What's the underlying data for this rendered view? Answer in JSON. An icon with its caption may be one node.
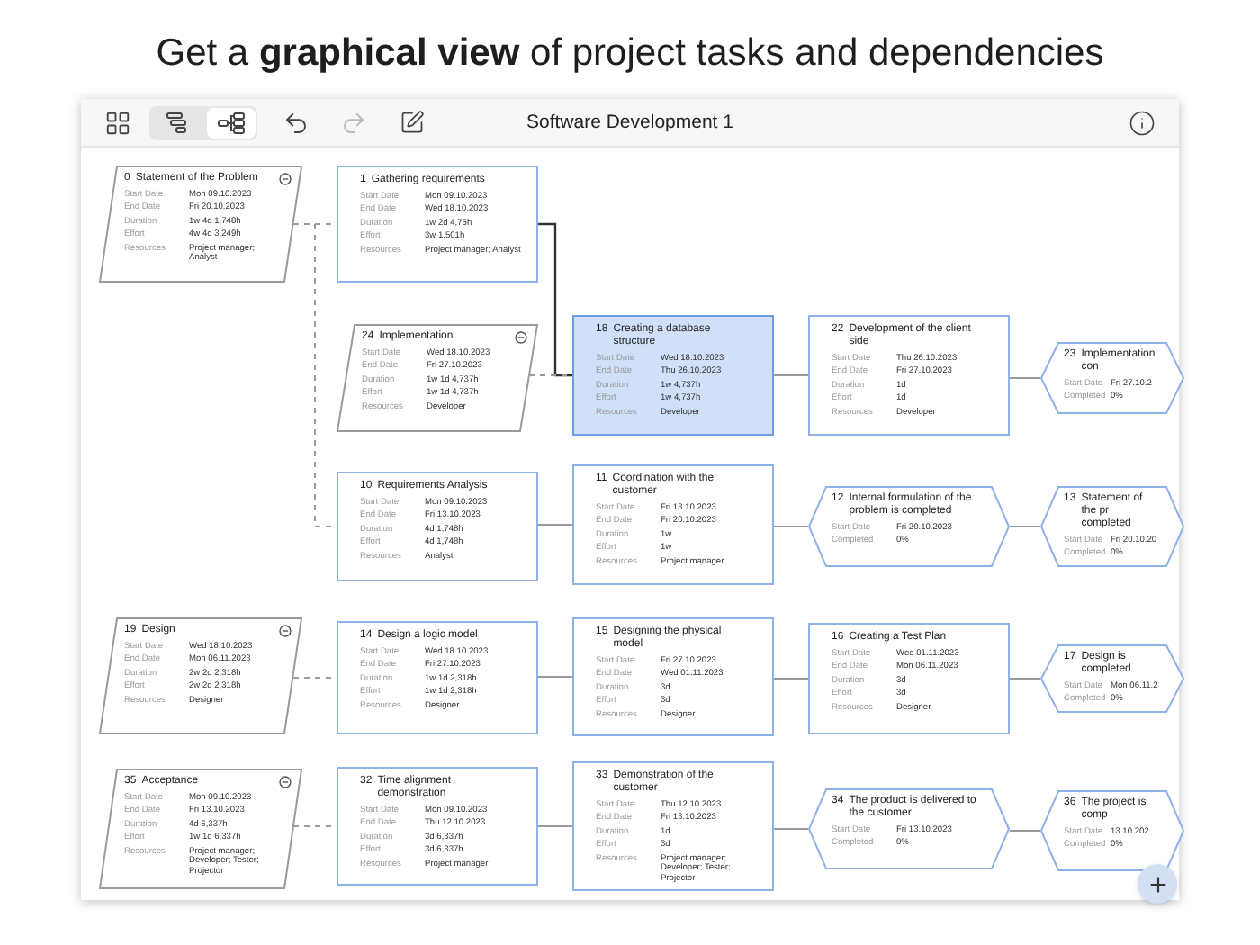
{
  "diagram": {
    "title": "Get a **graphical view** of project tasks and dependencies",
    "nodes": [
      {
        "text": [
          "0",
          "Statement of the Problem",
          "Start Date",
          "Mon 09.10.2023",
          "End Date",
          "Fri 20.10.2023",
          "Duration",
          "1w 4d 1,748h",
          "Effort",
          "4w 4d 3,249h",
          "Resources",
          "Project manager; Analyst"
        ]
      },
      {
        "text": [
          "1",
          "Gathering requirements",
          "Start Date",
          "Mon 09.10.2023",
          "End Date",
          "Wed 18.10.2023",
          "Duration",
          "1w 2d 4,75h",
          "Effort",
          "3w 1,501h",
          "Resources",
          "Project manager; Analyst"
        ]
      },
      {
        "text": [
          "24",
          "Implementation",
          "Start Date",
          "Wed 18.10.2023",
          "End Date",
          "Fri 27.10.2023",
          "Duration",
          "1w 1d 4,737h",
          "Effort",
          "1w 1d 4,737h",
          "Resources",
          "Developer"
        ]
      },
      {
        "text": [
          "18",
          "Creating a database structure",
          "Start Date",
          "Wed 18.10.2023",
          "End Date",
          "Thu 26.10.2023",
          "Duration",
          "1w 4,737h",
          "Effort",
          "1w 4,737h",
          "Resources",
          "Developer"
        ]
      },
      {
        "text": [
          "22",
          "Development of the client side",
          "Start Date",
          "Thu 26.10.2023",
          "End Date",
          "Fri 27.10.2023",
          "Duration",
          "1d",
          "Effort",
          "1d",
          "Resources",
          "Developer"
        ]
      },
      {
        "text": [
          "23",
          "Implementation con",
          "Start Date",
          "Fri 27.10.2",
          "Completed",
          "0%"
        ]
      },
      {
        "text": [
          "10",
          "Requirements Analysis",
          "Start Date",
          "Mon 09.10.2023",
          "End Date",
          "Fri 13.10.2023",
          "Duration",
          "4d 1,748h",
          "Effort",
          "4d 1,748h",
          "Resources",
          "Analyst"
        ]
      },
      {
        "text": [
          "11",
          "Coordination with the customer",
          "Start Date",
          "Fri 13.10.2023",
          "End Date",
          "Fri 20.10.2023",
          "Duration",
          "1w",
          "Effort",
          "1w",
          "Resources",
          "Project manager"
        ]
      },
      {
        "text": [
          "12",
          "Internal formulation of the problem is completed",
          "Start Date",
          "Fri 20.10.2023",
          "Completed",
          "0%"
        ]
      },
      {
        "text": [
          "13",
          "Statement of the pr completed",
          "Start Date",
          "Fri 20.10.20",
          "Completed",
          "0%"
        ]
      },
      {
        "text": [
          "19",
          "Design",
          "Start Date",
          "Wed 18.10.2023",
          "End Date",
          "Mon 06.11.2023",
          "Duration",
          "2w 2d 2,318h",
          "Effort",
          "2w 2d 2,318h",
          "Resources",
          "Designer"
        ]
      },
      {
        "text": [
          "14",
          "Design a logic model",
          "Start Date",
          "Wed 18.10.2023",
          "End Date",
          "Fri 27.10.2023",
          "Duration",
          "1w 1d 2,318h",
          "Effort",
          "1w 1d 2,318h",
          "Resources",
          "Designer"
        ]
      },
      {
        "text": [
          "15",
          "Designing the physical model",
          "Start Date",
          "Fri 27.10.2023",
          "End Date",
          "Wed 01.11.2023",
          "Duration",
          "3d",
          "Effort",
          "3d",
          "Resources",
          "Designer"
        ]
      },
      {
        "text": [
          "16",
          "Creating a Test Plan",
          "Start Date",
          "Wed 01.11.2023",
          "End Date",
          "Mon 06.11.2023",
          "Duration",
          "3d",
          "Effort",
          "3d",
          "Resources",
          "Designer"
        ]
      },
      {
        "text": [
          "17",
          "Design is completed",
          "Start Date",
          "Mon 06.11.2",
          "Completed",
          "0%"
        ]
      },
      {
        "text": [
          "35",
          "Acceptance",
          "Start Date",
          "Mon 09.10.2023",
          "End Date",
          "Fri 13.10.2023",
          "Duration",
          "4d 6,337h",
          "Effort",
          "1w 1d 6,337h",
          "Resources",
          "Project manager; Developer; Tester; Projector"
        ]
      },
      {
        "text": [
          "32",
          "Time alignment demonstration",
          "Start Date",
          "Mon 09.10.2023",
          "End Date",
          "Thu 12.10.2023",
          "Duration",
          "3d 6,337h",
          "Effort",
          "3d 6,337h",
          "Resources",
          "Project manager"
        ]
      },
      {
        "text": [
          "33",
          "Demonstration of the customer",
          "Start Date",
          "Thu 12.10.2023",
          "End Date",
          "Fri 13.10.2023",
          "Duration",
          "1d",
          "Effort",
          "3d",
          "Resources",
          "Project manager; Developer; Tester; Projector"
        ]
      },
      {
        "text": [
          "34",
          "The product is delivered to the customer",
          "Start Date",
          "Fri 13.10.2023",
          "Completed",
          "0%"
        ]
      },
      {
        "text": [
          "36",
          "The project is comp",
          "Start Date",
          "13.10.202",
          "Completed",
          "0%"
        ]
      }
    ],
    "edges": [
      {
        "from": 0,
        "to": 1,
        "arrow": "none",
        "style": "dashed"
      },
      {
        "from": 0,
        "to": 6,
        "arrow": "none",
        "style": "dashed"
      },
      {
        "from": 1,
        "to": 3,
        "arrow": "none",
        "color": "#333333"
      },
      {
        "from": 2,
        "to": 3,
        "arrow": "none",
        "style": "dashed"
      },
      {
        "from": 3,
        "to": 4,
        "arrow": "none"
      },
      {
        "from": 4,
        "to": 5,
        "arrow": "none"
      },
      {
        "from": 6,
        "to": 7,
        "arrow": "none"
      },
      {
        "from": 7,
        "to": 8,
        "arrow": "none"
      },
      {
        "from": 8,
        "to": 9,
        "arrow": "none"
      },
      {
        "from": 10,
        "to": 11,
        "arrow": "none",
        "style": "dashed"
      },
      {
        "from": 11,
        "to": 12,
        "arrow": "none"
      },
      {
        "from": 12,
        "to": 13,
        "arrow": "none"
      },
      {
        "from": 13,
        "to": 14,
        "arrow": "none"
      },
      {
        "from": 15,
        "to": 16,
        "arrow": "none",
        "style": "dashed"
      },
      {
        "from": 16,
        "to": 17,
        "arrow": "none"
      },
      {
        "from": 17,
        "to": 18,
        "arrow": "none"
      },
      {
        "from": 18,
        "to": 19,
        "arrow": "none"
      }
    ],
    "labels": [
      "Software Development 1"
    ]
  }
}
